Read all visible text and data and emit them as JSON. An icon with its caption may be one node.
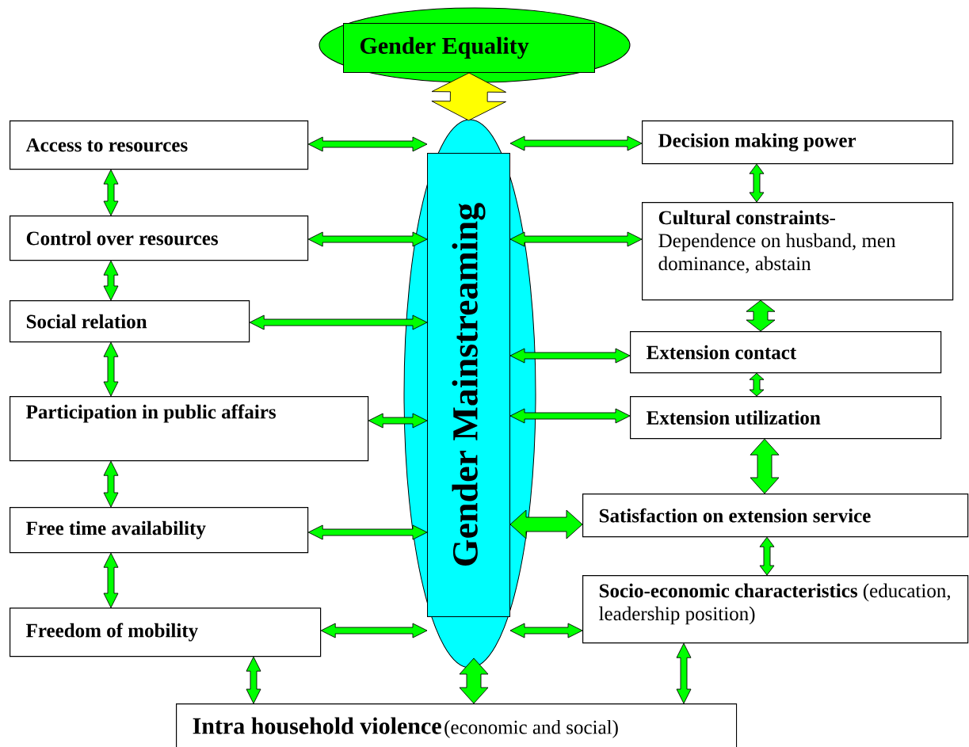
{
  "diagram": {
    "nodes": [
      {
        "text": [
          "Gender Equality"
        ]
      },
      {
        "text": [
          "Gender Mainstreaming"
        ]
      },
      {
        "text": [
          "Access to resources"
        ]
      },
      {
        "text": [
          "Control over resources"
        ]
      },
      {
        "text": [
          "Social relation"
        ]
      },
      {
        "text": [
          "Participation in public affairs"
        ]
      },
      {
        "text": [
          "Free time availability"
        ]
      },
      {
        "text": [
          "Freedom of mobility"
        ]
      },
      {
        "text": [
          "Decision making power"
        ]
      },
      {
        "text": [
          "**Cultural constraints**- Dependence on husband, men dominance, abstain"
        ]
      },
      {
        "text": [
          "Extension contact"
        ]
      },
      {
        "text": [
          "Extension utilization"
        ]
      },
      {
        "text": [
          "Satisfaction on extension service"
        ]
      },
      {
        "text": [
          "**Socio-economic characteristics** (education, leadership position)"
        ]
      },
      {
        "text": [
          "Intra household violence",
          "(economic and social)"
        ]
      }
    ],
    "edges": [
      {
        "from": 0,
        "to": 1,
        "arrow": "both",
        "style": "thick",
        "color": "#ffff00"
      },
      {
        "from": 2,
        "to": 1,
        "arrow": "both"
      },
      {
        "from": 3,
        "to": 1,
        "arrow": "both"
      },
      {
        "from": 4,
        "to": 1,
        "arrow": "both"
      },
      {
        "from": 5,
        "to": 1,
        "arrow": "both"
      },
      {
        "from": 6,
        "to": 1,
        "arrow": "both"
      },
      {
        "from": 7,
        "to": 1,
        "arrow": "both"
      },
      {
        "from": 1,
        "to": 8,
        "arrow": "both"
      },
      {
        "from": 1,
        "to": 9,
        "arrow": "both"
      },
      {
        "from": 1,
        "to": 10,
        "arrow": "both"
      },
      {
        "from": 1,
        "to": 11,
        "arrow": "both"
      },
      {
        "from": 1,
        "to": 12,
        "arrow": "both",
        "style": "thick"
      },
      {
        "from": 1,
        "to": 13,
        "arrow": "both"
      },
      {
        "from": 1,
        "to": 14,
        "arrow": "both",
        "style": "thick"
      },
      {
        "from": 2,
        "to": 3,
        "arrow": "both"
      },
      {
        "from": 3,
        "to": 4,
        "arrow": "both"
      },
      {
        "from": 4,
        "to": 5,
        "arrow": "both"
      },
      {
        "from": 5,
        "to": 6,
        "arrow": "both"
      },
      {
        "from": 6,
        "to": 7,
        "arrow": "both"
      },
      {
        "from": 7,
        "to": 14,
        "arrow": "both"
      },
      {
        "from": 8,
        "to": 9,
        "arrow": "both"
      },
      {
        "from": 9,
        "to": 10,
        "arrow": "both",
        "style": "thick"
      },
      {
        "from": 10,
        "to": 11,
        "arrow": "both"
      },
      {
        "from": 11,
        "to": 12,
        "arrow": "both",
        "style": "thick"
      },
      {
        "from": 12,
        "to": 13,
        "arrow": "both"
      },
      {
        "from": 13,
        "to": 14,
        "arrow": "both"
      }
    ]
  }
}
